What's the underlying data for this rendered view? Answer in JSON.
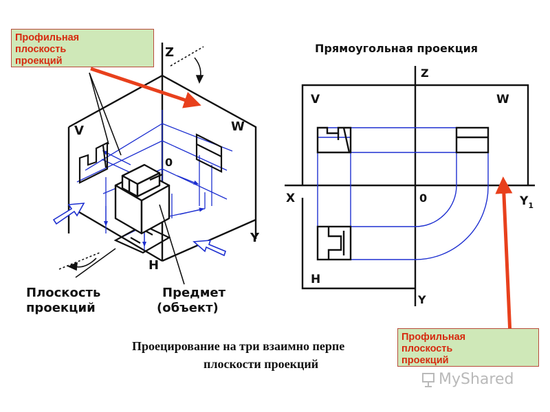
{
  "callouts": {
    "top_left": [
      "Профильная",
      "плоскость",
      "проекций"
    ],
    "bottom_right": [
      "Профильная",
      "плоскость",
      "проекций"
    ]
  },
  "isometric": {
    "axis_z": "Z",
    "plane_v": "V",
    "plane_w": "W",
    "plane_h": "H",
    "axis_y": "Y",
    "origin": "0",
    "label_plane": [
      "Плоскость",
      "проекций"
    ],
    "label_object": [
      "Предмет",
      "(объект)"
    ]
  },
  "orthographic": {
    "title": "Прямоугольная проекция",
    "axis_z": "Z",
    "axis_x": "X",
    "axis_y1": "Y",
    "axis_y1_sub": "1",
    "axis_y": "Y",
    "origin": "0",
    "plane_v": "V",
    "plane_w": "W",
    "plane_h": "H"
  },
  "caption": {
    "line1": "Проецирование на три взаимно перпе",
    "line2": "плоскости проекций"
  },
  "watermark": "MyShared",
  "colors": {
    "callout_bg": "#cfe8b8",
    "callout_text": "#d62a0f",
    "arrow": "#e8401c",
    "projection_lines": "#1d2fd0",
    "ink": "#111111"
  }
}
